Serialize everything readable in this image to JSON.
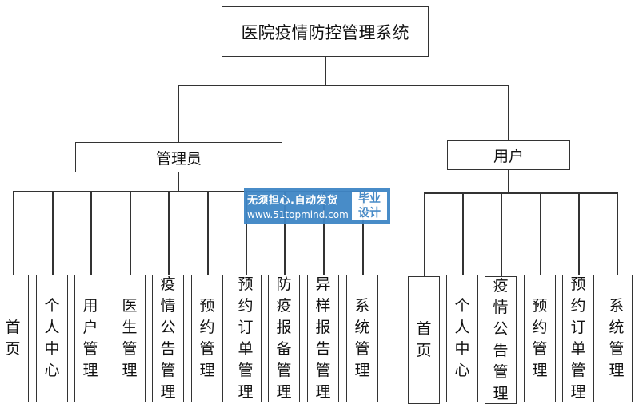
{
  "root": {
    "label": "医院疫情防控管理系统"
  },
  "branches": [
    {
      "label": "管理员",
      "children": [
        "首页",
        "个人中心",
        "用户管理",
        "医生管理",
        "疫情公告管理",
        "预约管理",
        "预约订单管理",
        "防疫报备管理",
        "异样报告管理",
        "系统管理"
      ]
    },
    {
      "label": "用户",
      "children": [
        "首页",
        "个人中心",
        "疫情公告管理",
        "预约管理",
        "预约订单管理",
        "系统管理"
      ]
    }
  ],
  "watermark": {
    "line1": "无须担心.自动发货",
    "line2": "www.51topmind.com",
    "badge_line1": "毕业",
    "badge_line2": "设计"
  }
}
